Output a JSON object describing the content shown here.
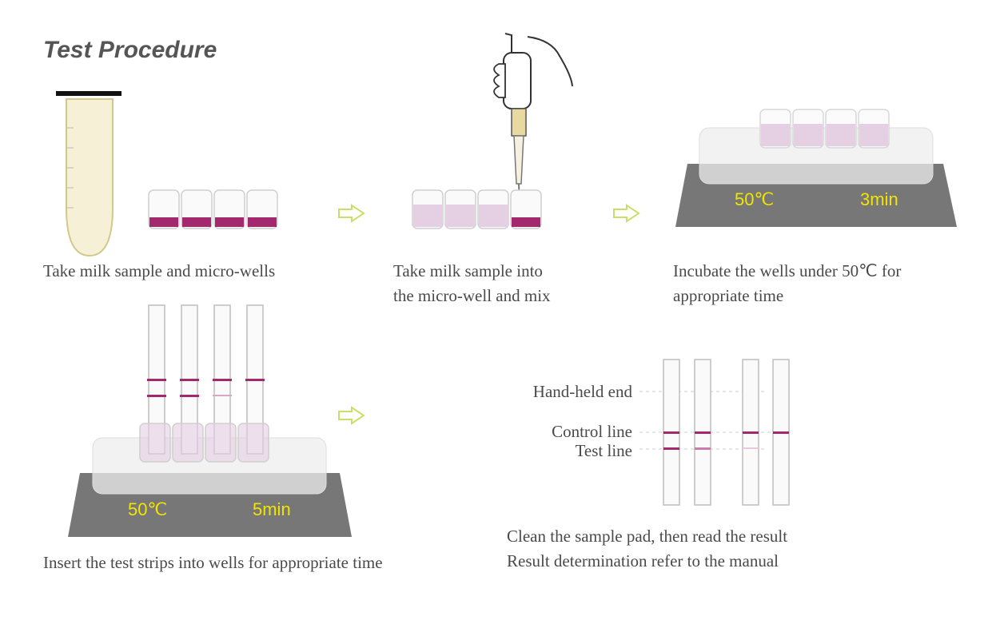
{
  "title": "Test Procedure",
  "colors": {
    "well_fill_dark": "#a3296e",
    "well_fill_light": "#e4cfe3",
    "arrow": "#c8e06a",
    "heater_dark": "#777777",
    "temperature_text": "#f2e400",
    "text": "#4a4a4a"
  },
  "steps": [
    {
      "caption_lines": [
        "Take milk sample and micro-wells"
      ]
    },
    {
      "caption_lines": [
        "Take milk sample into",
        "the micro-well and mix"
      ]
    },
    {
      "caption_lines": [
        "Incubate the wells under 50℃ for",
        "appropriate time"
      ],
      "temperature": "50℃",
      "duration": "3min"
    },
    {
      "caption_lines": [
        "Insert the test strips into wells for appropriate time"
      ],
      "temperature": "50℃",
      "duration": "5min"
    },
    {
      "caption_lines": [
        "Clean the sample pad, then read the result",
        "Result determination refer to the manual"
      ]
    }
  ],
  "strip_labels": {
    "hand_held_end": "Hand-held end",
    "control_line": "Control line",
    "test_line": "Test line"
  },
  "icons": [
    "test-tube-icon",
    "micro-wells-icon",
    "pipette-hand-icon",
    "heater-block-icon",
    "test-strip-icon",
    "arrow-right-icon"
  ]
}
